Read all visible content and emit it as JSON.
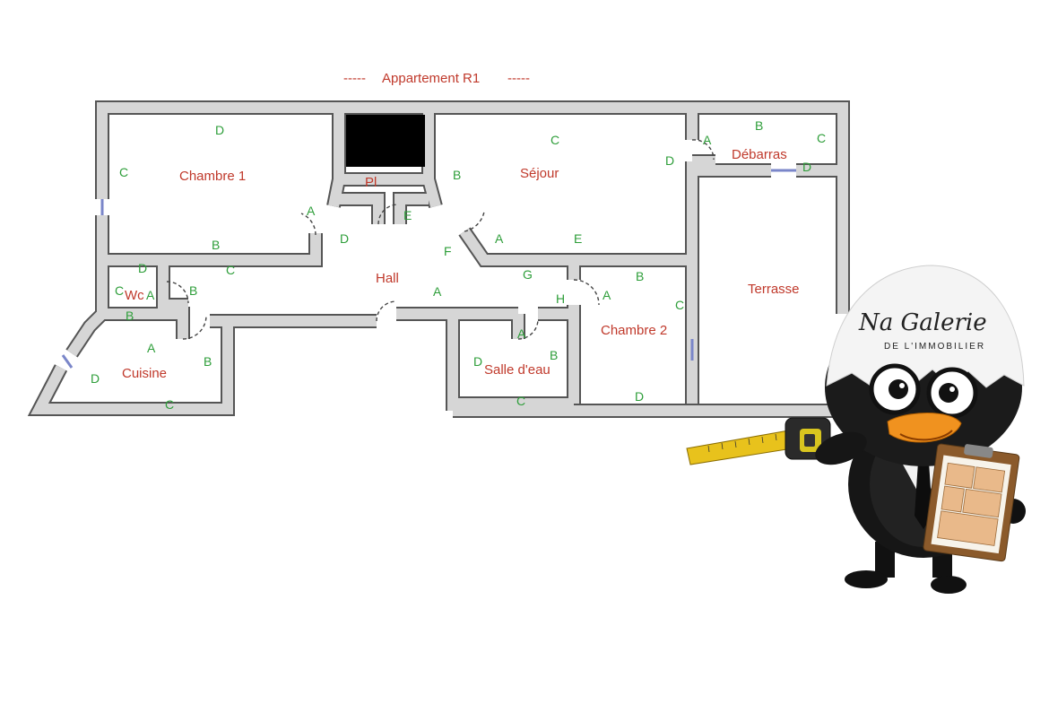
{
  "plan": {
    "title": "Appartement R1",
    "rooms": {
      "chambre1": "Chambre 1",
      "pl": "Pl",
      "sejour": "Séjour",
      "debarras": "Débarras",
      "hall": "Hall",
      "terrasse": "Terrasse",
      "wc": "Wc",
      "cuisine": "Cuisine",
      "salle_eau": "Salle d'eau",
      "chambre2": "Chambre 2"
    },
    "wall_letters": {
      "ch1_top": "D",
      "ch1_left": "C",
      "ch1_bottom": "B",
      "ch1_door": "A",
      "sej_top": "C",
      "sej_left": "B",
      "sej_right": "D",
      "sej_bottom_a": "A",
      "sej_bottom_e": "E",
      "pl_e": "E",
      "deb_top": "B",
      "deb_right": "C",
      "deb_door": "A",
      "deb_bottom": "D",
      "hall_d": "D",
      "hall_f": "F",
      "hall_c": "C",
      "hall_a": "A",
      "hall_g": "G",
      "hall_h": "H",
      "wc_d": "D",
      "wc_c": "C",
      "wc_a": "A",
      "wc_b": "B",
      "wc_b2": "B",
      "cui_a": "A",
      "cui_b": "B",
      "cui_d": "D",
      "cui_c": "C",
      "sde_a": "A",
      "sde_b": "B",
      "sde_d": "D",
      "sde_c": "C",
      "ch2_b": "B",
      "ch2_c": "C",
      "ch2_a": "A",
      "ch2_d": "D"
    }
  },
  "logo": {
    "brand": "Na Galerie",
    "subtitle": "DE L'IMMOBILIER"
  },
  "colors": {
    "wall": "#d6d6d6",
    "wall_outline": "#555555",
    "room_label": "#c0392b",
    "wall_letter": "#2e9e3a",
    "window": "#7a86c9"
  }
}
